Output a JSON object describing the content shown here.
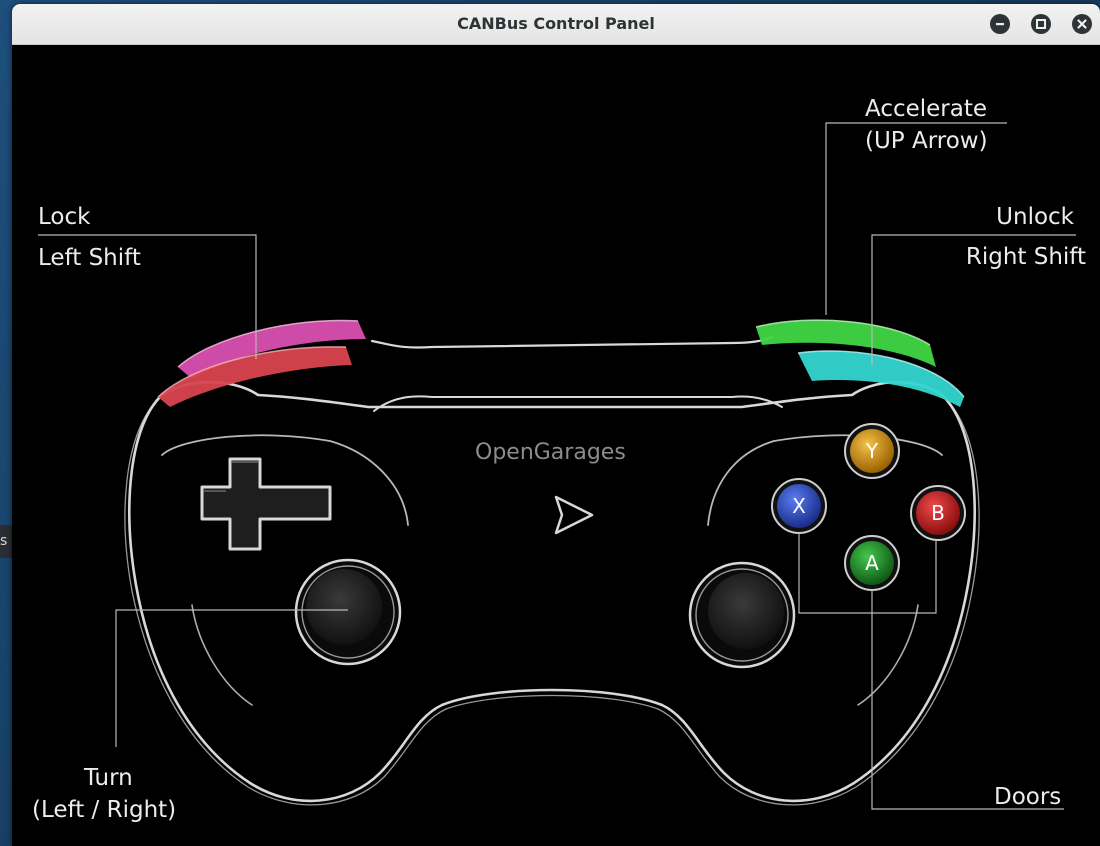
{
  "window": {
    "title": "CANBus Control Panel"
  },
  "background": {
    "tooltip": "s root)"
  },
  "panel": {
    "brand": "OpenGarages",
    "labels": {
      "accelerate_1": "Accelerate",
      "accelerate_2": "(UP Arrow)",
      "lock_1": "Lock",
      "lock_2": "Left Shift",
      "unlock_1": "Unlock",
      "unlock_2": "Right Shift",
      "turn_1": "Turn",
      "turn_2": "(Left / Right)",
      "doors": "Doors"
    },
    "face_buttons": {
      "y": "Y",
      "x": "X",
      "b": "B",
      "a": "A"
    },
    "colors": {
      "lock_bumper_top": "#d94fb0",
      "lock_bumper_bottom": "#d9444e",
      "accelerate_bumper": "#3fd645",
      "unlock_bumper": "#33d6cf",
      "button_y": "#d08c1c",
      "button_x": "#2d4fc0",
      "button_b": "#c81c1c",
      "button_a": "#1f9a2a"
    }
  }
}
